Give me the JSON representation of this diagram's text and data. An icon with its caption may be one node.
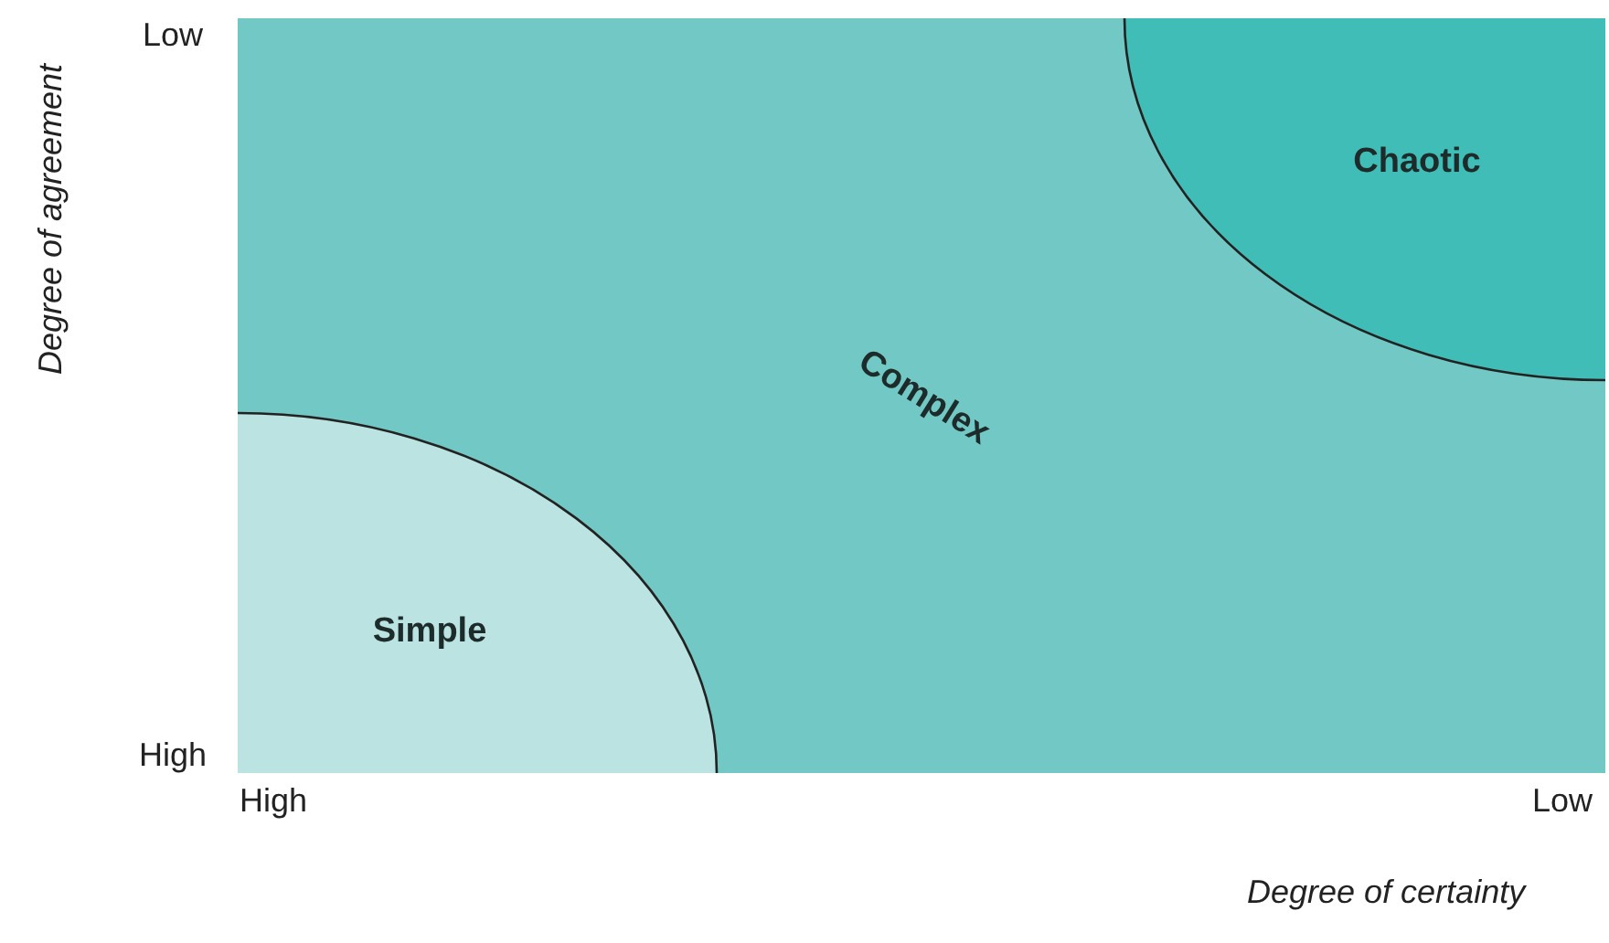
{
  "diagram": {
    "nodes": [
      {
        "text": [
          "Complex"
        ]
      },
      {
        "text": [
          "Simple"
        ],
        "in": 0
      },
      {
        "text": [
          "Chaotic"
        ],
        "in": 0
      }
    ],
    "labels": [
      "Low",
      "Degree of agreement",
      "High",
      "High",
      "Low",
      "Degree of certainty"
    ]
  }
}
